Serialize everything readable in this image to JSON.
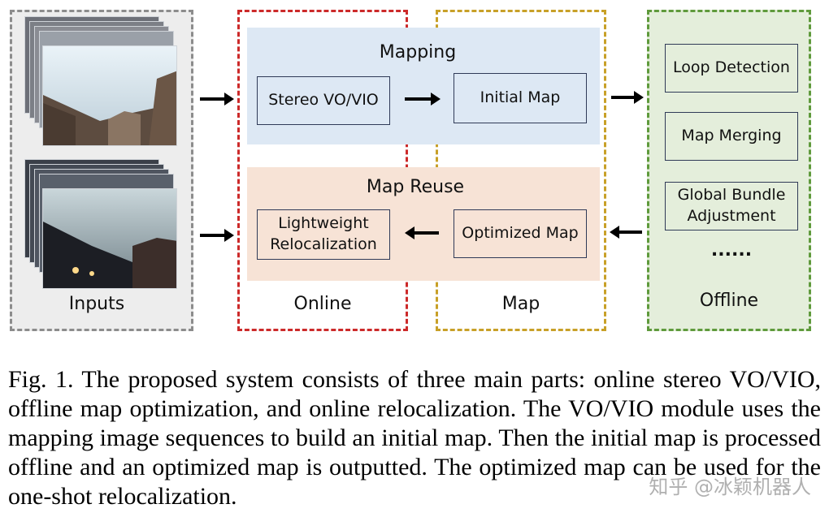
{
  "colors": {
    "inputs_border": "#8c8c8c",
    "online_border": "#cc2a2a",
    "map_border": "#c8a028",
    "offline_border": "#5f9a3c",
    "mapping_fill": "#dde8f4",
    "map_reuse_fill": "#f7e3d6",
    "offline_fill": "#e4eedb",
    "inputs_fill": "#ededed",
    "box_border": "#2f3a57"
  },
  "diagram": {
    "inputs_label": "Inputs",
    "online_label": "Online",
    "map_label": "Map",
    "offline_label": "Offline",
    "mapping_title": "Mapping",
    "map_reuse_title": "Map Reuse",
    "stereo_vo": "Stereo VO/VIO",
    "initial_map": "Initial Map",
    "lightweight_line1": "Lightweight",
    "lightweight_line2": "Relocalization",
    "optimized_map": "Optimized Map",
    "loop_detection": "Loop Detection",
    "map_merging": "Map Merging",
    "global_bundle_line1": "Global Bundle",
    "global_bundle_line2": "Adjustment",
    "ellipsis": "......"
  },
  "caption": "Fig. 1.  The proposed system consists of three main parts: online stereo VO/VIO, offline map optimization, and online relocalization. The VO/VIO module uses the mapping image sequences to build an initial map. Then the initial map is processed offline and an optimized map is outputted. The optimized map can be used for the one-shot relocalization.",
  "watermark": "知乎 @冰颖机器人"
}
